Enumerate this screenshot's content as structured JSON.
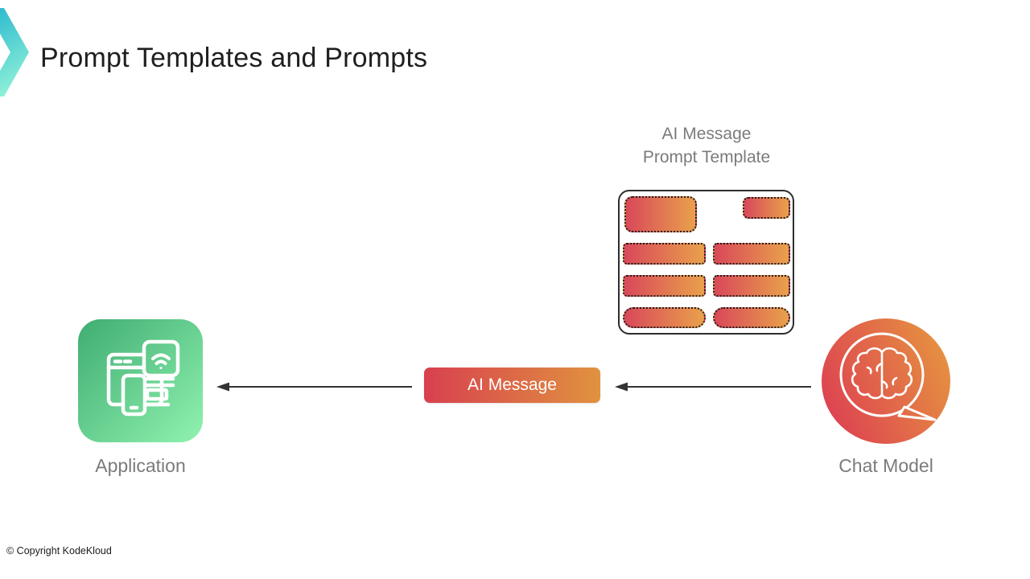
{
  "slide": {
    "title": "Prompt Templates and Prompts",
    "copyright": "© Copyright KodeKloud"
  },
  "diagram": {
    "template_label": {
      "line1": "AI Message",
      "line2": "Prompt Template"
    },
    "ai_message": {
      "label": "AI Message"
    },
    "application": {
      "label": "Application"
    },
    "chat_model": {
      "label": "Chat Model"
    },
    "icons": {
      "header_icon": "teal-chevron-icon",
      "application_icon": "devices-app-icon",
      "chat_model_icon": "brain-speech-bubble-icon"
    },
    "colors": {
      "accent_teal_top": "#25b6cd",
      "accent_teal_bottom": "#8aeed8",
      "green_gradient_start": "#3fad72",
      "green_gradient_end": "#90f2af",
      "red_gradient_start": "#d9485a",
      "orange_gradient_end": "#e9a14b",
      "button_gradient_start": "#d8404f",
      "button_gradient_end": "#e0923f",
      "label_gray": "#7b7b7b",
      "arrow_color": "#333333"
    }
  }
}
